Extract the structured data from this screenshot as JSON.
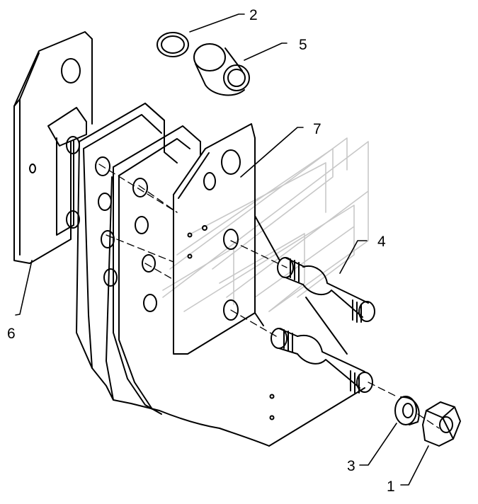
{
  "colors": {
    "line": "#000000",
    "paper": "#ffffff",
    "watermark": "#c8c8c8"
  },
  "callouts": [
    {
      "label": "1"
    },
    {
      "label": "2"
    },
    {
      "label": "3"
    },
    {
      "label": "4"
    },
    {
      "label": "5"
    },
    {
      "label": "6"
    },
    {
      "label": "7"
    }
  ]
}
